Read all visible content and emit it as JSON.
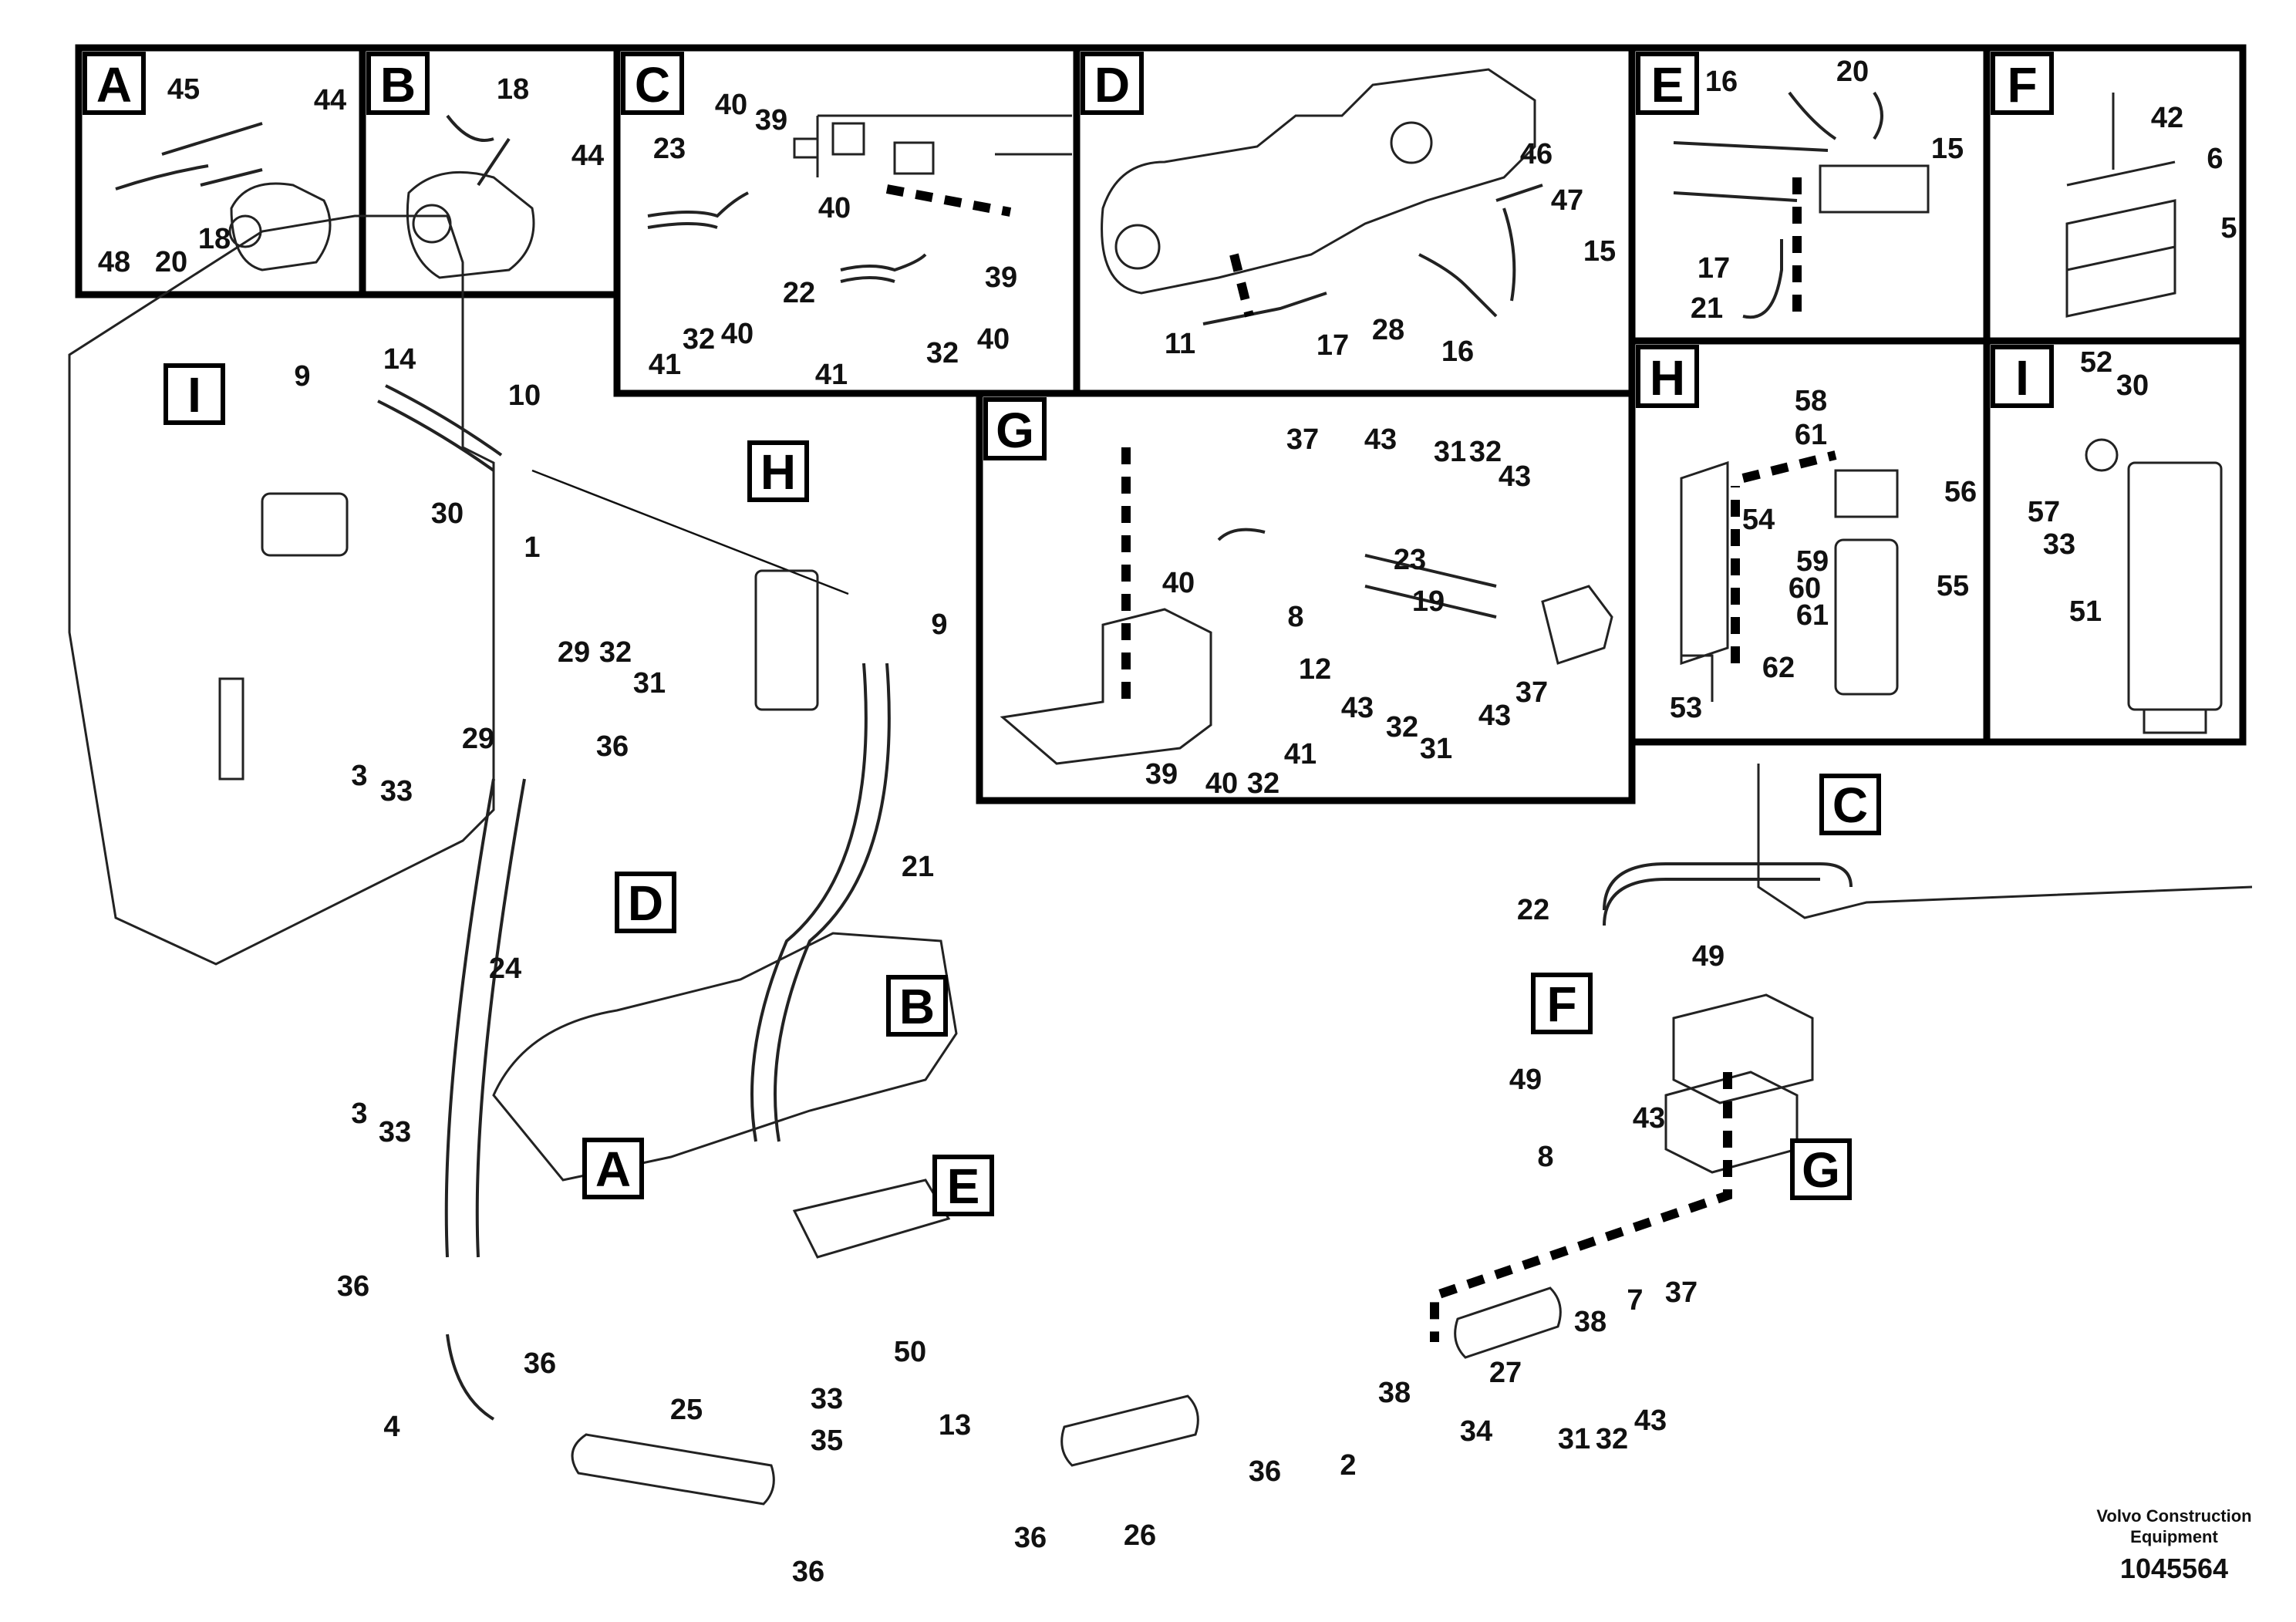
{
  "detail_panels": [
    {
      "letter": "A",
      "labels": [
        "45",
        "44",
        "48",
        "20",
        "18"
      ]
    },
    {
      "letter": "B",
      "labels": [
        "18",
        "44"
      ]
    },
    {
      "letter": "C",
      "labels": [
        "40",
        "39",
        "23",
        "40",
        "22",
        "39",
        "41",
        "32",
        "40",
        "32",
        "40",
        "41"
      ]
    },
    {
      "letter": "D",
      "labels": [
        "46",
        "47",
        "15",
        "11",
        "17",
        "28",
        "16"
      ]
    },
    {
      "letter": "E",
      "labels": [
        "16",
        "20",
        "15",
        "17",
        "21"
      ]
    },
    {
      "letter": "F",
      "labels": [
        "42",
        "6",
        "5"
      ]
    },
    {
      "letter": "G",
      "labels": [
        "37",
        "43",
        "31",
        "32",
        "43",
        "23",
        "40",
        "8",
        "19",
        "12",
        "39",
        "40",
        "32",
        "41",
        "43",
        "32",
        "31",
        "43",
        "37"
      ]
    },
    {
      "letter": "H",
      "labels": [
        "58",
        "61",
        "56",
        "54",
        "59",
        "60",
        "61",
        "55",
        "53",
        "62"
      ]
    },
    {
      "letter": "I",
      "labels": [
        "52",
        "30",
        "57",
        "33",
        "51"
      ]
    }
  ],
  "main_callouts": [
    "I",
    "H",
    "D",
    "A",
    "B",
    "E",
    "C",
    "F",
    "G"
  ],
  "main_labels": [
    "9",
    "14",
    "10",
    "30",
    "1",
    "29",
    "32",
    "31",
    "29",
    "36",
    "3",
    "33",
    "24",
    "21",
    "9",
    "3",
    "33",
    "36",
    "36",
    "4",
    "25",
    "33",
    "35",
    "50",
    "13",
    "36",
    "36",
    "26",
    "36",
    "2",
    "34",
    "38",
    "27",
    "38",
    "7",
    "37",
    "8",
    "43",
    "49",
    "49",
    "22",
    "31",
    "32",
    "43"
  ],
  "footer": {
    "brand_line1": "Volvo Construction",
    "brand_line2": "Equipment",
    "doc_number": "1045564"
  }
}
